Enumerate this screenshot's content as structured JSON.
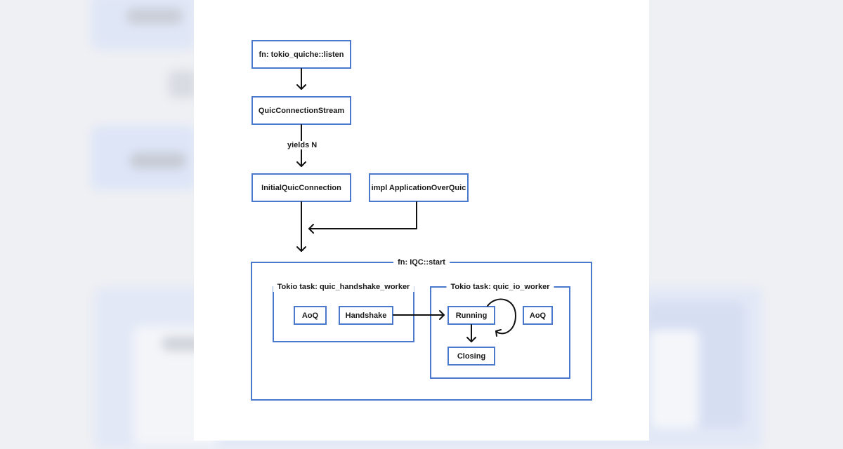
{
  "nodes": {
    "listen": "fn: tokio_quiche::listen",
    "stream": "QuicConnectionStream",
    "initial": "InitialQuicConnection",
    "app": "impl ApplicationOverQuic",
    "aoq_left": "AoQ",
    "handshake": "Handshake",
    "running": "Running",
    "aoq_right": "AoQ",
    "closing": "Closing"
  },
  "groups": {
    "start": "fn: IQC::start",
    "handshake_worker": "Tokio task: quic_handshake_worker",
    "io_worker": "Tokio task: quic_io_worker"
  },
  "edges": {
    "yields": "yields N"
  },
  "colors": {
    "node_border": "#4a78cc",
    "arrow": "#111111"
  }
}
